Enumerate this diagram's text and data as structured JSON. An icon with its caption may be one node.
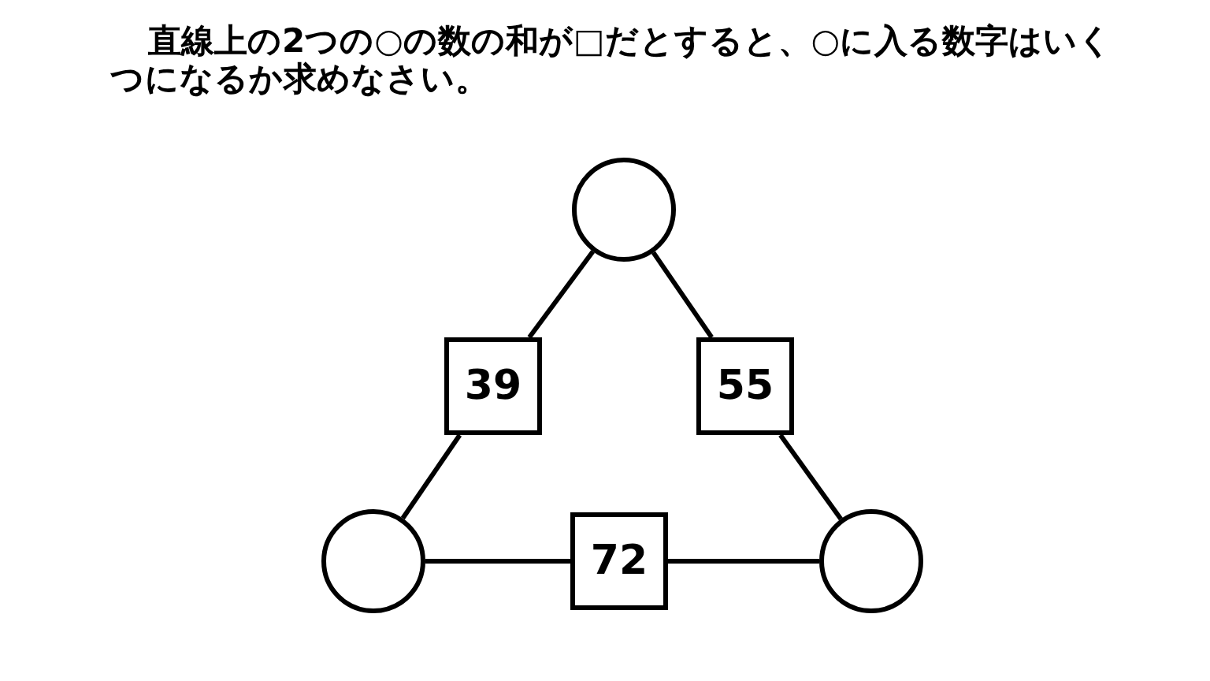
{
  "diagram": {
    "title": "直線上の2つの○の数の和が□だとすると、○に入る数字はいくつになるか求めなさい。",
    "nodes": [
      {
        "text": [],
        "shape": "circle"
      },
      {
        "text": [
          "39"
        ]
      },
      {
        "text": [
          "55"
        ]
      },
      {
        "text": [],
        "shape": "circle"
      },
      {
        "text": [
          "72"
        ]
      },
      {
        "text": [],
        "shape": "circle"
      }
    ],
    "edges": [
      {
        "from": 0,
        "to": 1,
        "arrow": "none"
      },
      {
        "from": 1,
        "to": 3,
        "arrow": "none"
      },
      {
        "from": 0,
        "to": 2,
        "arrow": "none"
      },
      {
        "from": 2,
        "to": 5,
        "arrow": "none"
      },
      {
        "from": 3,
        "to": 4,
        "arrow": "none"
      },
      {
        "from": 4,
        "to": 5,
        "arrow": "none"
      }
    ]
  }
}
